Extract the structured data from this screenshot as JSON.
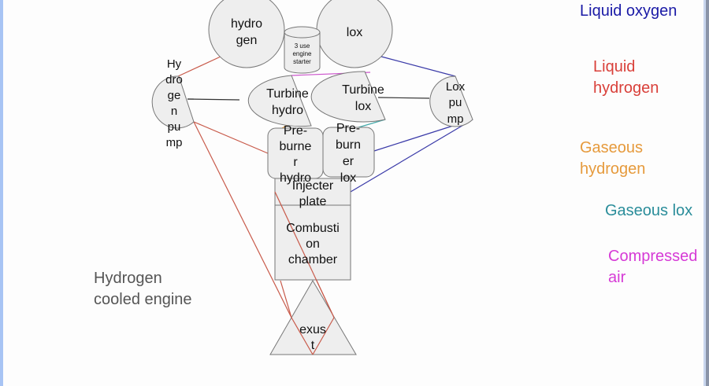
{
  "diagram": {
    "components": {
      "hydrogen_tank": [
        "hydro",
        "gen"
      ],
      "lox_tank": [
        "lox"
      ],
      "engine_starter": [
        "3 use",
        "engine",
        "starter"
      ],
      "hydrogen_pump": [
        "Hy",
        "dro",
        "ge",
        "n",
        "pu",
        "mp"
      ],
      "turbine_hydro": [
        "Turbine",
        "hydro"
      ],
      "turbine_lox": [
        "Turbine",
        "lox"
      ],
      "lox_pump": [
        "Lox",
        "pu",
        "mp"
      ],
      "preburner_hydro": [
        "Pre-",
        "burne",
        "r",
        "hydro"
      ],
      "preburner_lox": [
        "Pre-",
        "burn",
        "er",
        "lox"
      ],
      "injecter_plate": [
        "Injecter",
        "plate"
      ],
      "combustion_chamber": [
        "Combusti",
        "on",
        "chamber"
      ],
      "exhaust": [
        "exus",
        "t"
      ]
    },
    "note": "Hydrogen\ncooled engine"
  },
  "legend": {
    "liquid_oxygen": {
      "label": "Liquid oxygen",
      "color": "#1a1aa6"
    },
    "liquid_hydrogen": {
      "label": "Liquid\nhydrogen",
      "color": "#d9403a"
    },
    "gaseous_hydrogen": {
      "label": "Gaseous\nhydrogen",
      "color": "#e69a3c"
    },
    "gaseous_lox": {
      "label": "Gaseous lox",
      "color": "#2a8d9a"
    },
    "compressed_air": {
      "label": "Compressed\nair",
      "color": "#d63ad6"
    }
  },
  "colors": {
    "lox_line": "#3a3aa8",
    "hydrogen_line": "#c85a4a",
    "mech_line": "#333333",
    "air_line": "#cc55cc",
    "gas_lox_line": "#44aaaa",
    "gas_h2_line": "#e69a3c"
  }
}
